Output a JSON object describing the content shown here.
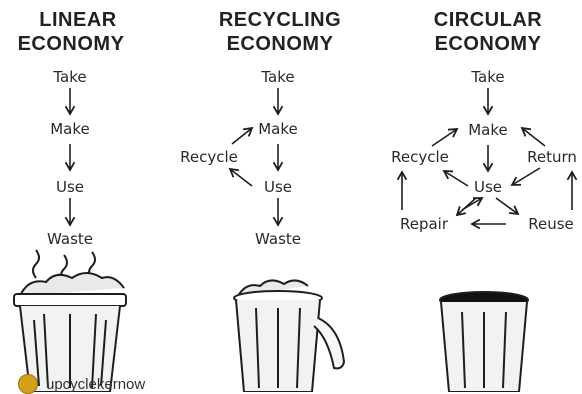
{
  "columns": [
    {
      "title_line1": "LINEAR",
      "title_line2": "ECONOMY",
      "labels": {
        "take": "Take",
        "make": "Make",
        "use": "Use",
        "waste": "Waste"
      }
    },
    {
      "title_line1": "RECYCLING",
      "title_line2": "ECONOMY",
      "labels": {
        "take": "Take",
        "make": "Make",
        "recycle": "Recycle",
        "use": "Use",
        "waste": "Waste"
      }
    },
    {
      "title_line1": "CIRCULAR",
      "title_line2": "ECONOMY",
      "labels": {
        "take": "Take",
        "make": "Make",
        "recycle": "Recycle",
        "return": "Return",
        "use": "Use",
        "repair": "Repair",
        "reuse": "Reuse"
      }
    }
  ],
  "watermark": {
    "handle": "upcyclekernow"
  },
  "colors": {
    "ink": "#1e1e1e",
    "badge": "#d4a017"
  }
}
